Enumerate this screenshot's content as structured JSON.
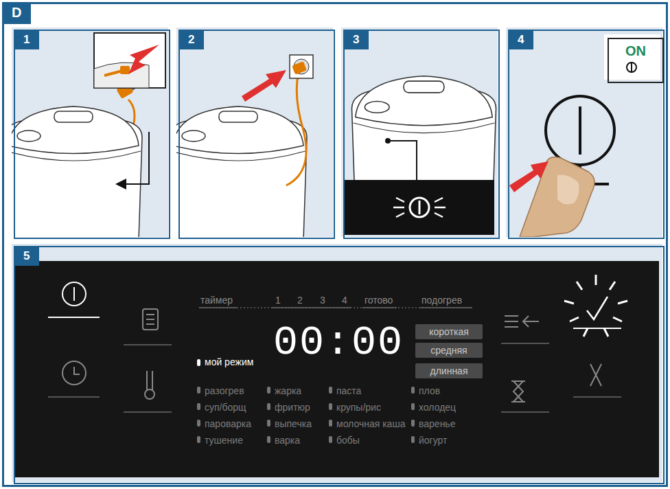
{
  "diagram": {
    "nodes": [
      {
        "text": [
          "D"
        ]
      },
      {
        "text": [
          "1"
        ],
        "in": 0
      },
      {
        "text": [
          "2"
        ],
        "in": 0
      },
      {
        "text": [
          "3"
        ],
        "in": 0
      },
      {
        "text": [
          "4"
        ],
        "in": 0
      },
      {
        "text": [
          "ON"
        ],
        "in": 4
      },
      {
        "text": [
          "5"
        ],
        "in": 0
      },
      {
        "text": [
          "короткая"
        ],
        "in": 6
      },
      {
        "text": [
          "средняя"
        ],
        "in": 6
      },
      {
        "text": [
          "длинная"
        ],
        "in": 6
      }
    ],
    "labels": [
      "таймер",
      "1",
      "2",
      "3",
      "4",
      "готово",
      "подогрев",
      "00:00",
      "мой режим",
      "разогрев",
      "жарка",
      "паста",
      "плов",
      "суп/борщ",
      "фритюр",
      "крупы/рис",
      "холодец",
      "пароварка",
      "выпечка",
      "молочная каша",
      "варенье",
      "тушение",
      "варка",
      "бобы",
      "йогурт"
    ]
  }
}
